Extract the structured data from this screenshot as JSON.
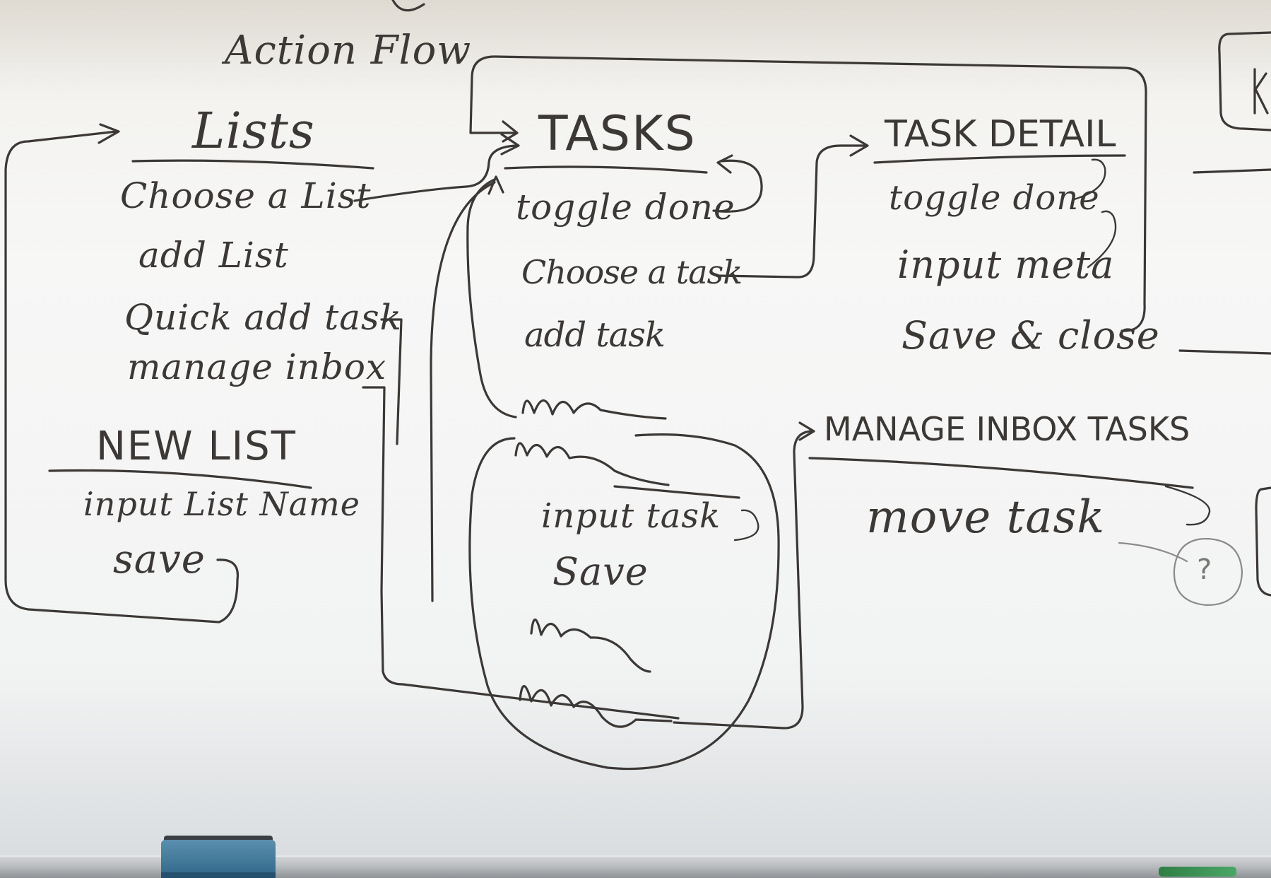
{
  "title": "Action Flow",
  "lists": {
    "heading": "Lists",
    "items": [
      "Choose a List",
      "add List",
      "Quick add task",
      "manage inbox"
    ]
  },
  "new_list": {
    "heading": "NEW LIST",
    "items": [
      "input List Name",
      "save"
    ]
  },
  "tasks": {
    "heading": "TASKS",
    "items": [
      "toggle done",
      "Choose a task",
      "add task"
    ]
  },
  "add_task_popup": {
    "items": [
      "input task",
      "Save"
    ]
  },
  "task_detail": {
    "heading": "TASK DETAIL",
    "items": [
      "toggle done",
      "input meta",
      "Save & close"
    ]
  },
  "manage_inbox": {
    "heading": "MANAGE INBOX TASKS",
    "items": [
      "move task"
    ],
    "question_mark": "?"
  },
  "colors": {
    "marker": "#3b3836",
    "board": "#f5f5f4",
    "eraser": "#2f6689"
  }
}
